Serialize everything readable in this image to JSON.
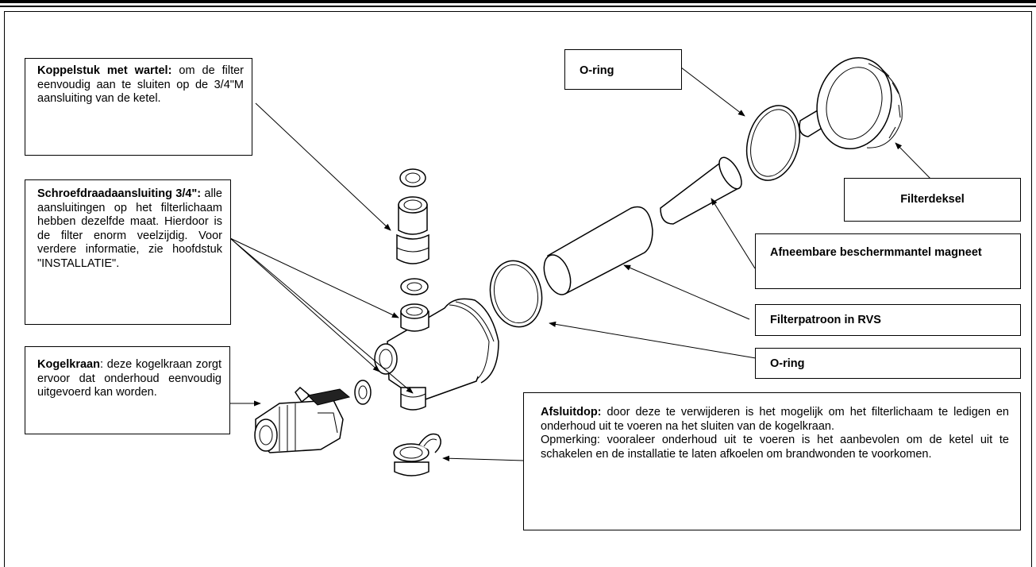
{
  "labels": {
    "koppelstuk": {
      "title": "Koppelstuk met wartel:",
      "text": "om de filter eenvoudig aan te sluiten op de 3/4\"M aansluiting van de ketel."
    },
    "schroefdraad": {
      "title": "Schroefdraadaansluiting 3/4\":",
      "text": "alle aansluitingen op het filterlichaam hebben dezelfde maat. Hierdoor is de filter enorm veelzijdig. Voor verdere informatie, zie hoofdstuk \"INSTALLATIE\"."
    },
    "kogelkraan": {
      "title": "Kogelkraan",
      "text": ": deze kogelkraan zorgt ervoor dat onderhoud eenvoudig uitgevoerd kan worden."
    },
    "oring_top": {
      "title": "O-ring"
    },
    "filterdeksel": {
      "title": "Filterdeksel"
    },
    "beschermmantel": {
      "title": "Afneembare beschermmantel magneet"
    },
    "filterpatroon": {
      "title": "Filterpatroon in RVS"
    },
    "oring_mid": {
      "title": "O-ring"
    },
    "afsluitdop": {
      "title": "Afsluitdop:",
      "text": "door deze te verwijderen is het mogelijk om het filterlichaam te ledigen en onderhoud uit te voeren na het sluiten van de kogelkraan.",
      "note": "Opmerking: vooraleer onderhoud uit te voeren is het aanbevolen om de ketel uit te schakelen en de installatie te laten afkoelen om brandwonden te voorkomen."
    }
  },
  "colors": {
    "line": "#000000",
    "background": "#ffffff"
  }
}
